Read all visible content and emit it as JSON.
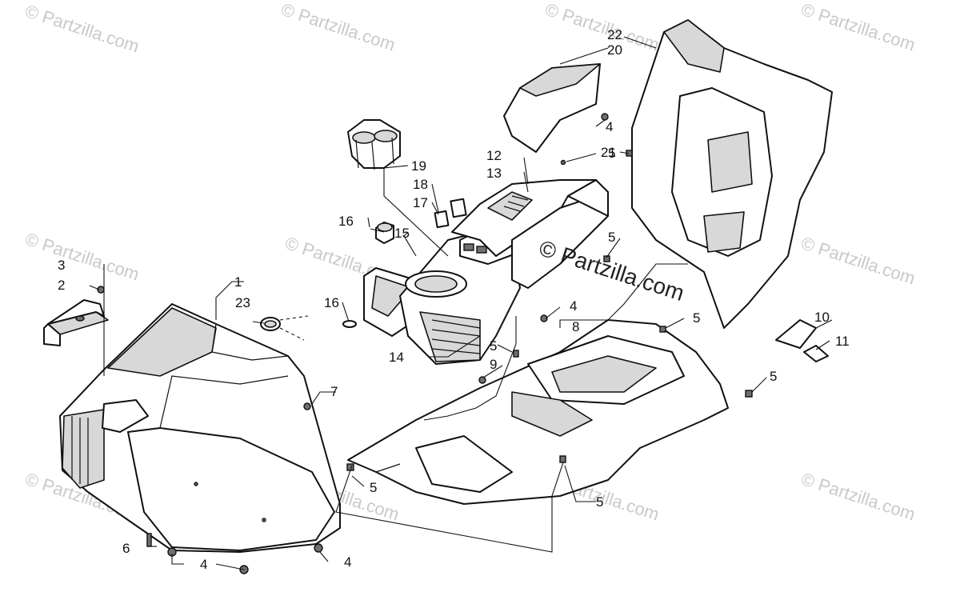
{
  "watermark_text": "© Partzilla.com",
  "center_watermark_text": "© Partzilla.com",
  "callouts": [
    {
      "id": "c1",
      "label": "1"
    },
    {
      "id": "c2",
      "label": "2"
    },
    {
      "id": "c3",
      "label": "3"
    },
    {
      "id": "c4a",
      "label": "4"
    },
    {
      "id": "c4b",
      "label": "4"
    },
    {
      "id": "c4c",
      "label": "4"
    },
    {
      "id": "c4d",
      "label": "4"
    },
    {
      "id": "c5a",
      "label": "5"
    },
    {
      "id": "c5b",
      "label": "5"
    },
    {
      "id": "c5c",
      "label": "5"
    },
    {
      "id": "c5d",
      "label": "5"
    },
    {
      "id": "c5e",
      "label": "5"
    },
    {
      "id": "c5f",
      "label": "5"
    },
    {
      "id": "c5g",
      "label": "5"
    },
    {
      "id": "c6",
      "label": "6"
    },
    {
      "id": "c7",
      "label": "7"
    },
    {
      "id": "c8",
      "label": "8"
    },
    {
      "id": "c9",
      "label": "9"
    },
    {
      "id": "c10",
      "label": "10"
    },
    {
      "id": "c11",
      "label": "11"
    },
    {
      "id": "c12",
      "label": "12"
    },
    {
      "id": "c13",
      "label": "13"
    },
    {
      "id": "c14",
      "label": "14"
    },
    {
      "id": "c15",
      "label": "15"
    },
    {
      "id": "c16a",
      "label": "16"
    },
    {
      "id": "c16b",
      "label": "16"
    },
    {
      "id": "c17",
      "label": "17"
    },
    {
      "id": "c18",
      "label": "18"
    },
    {
      "id": "c19",
      "label": "19"
    },
    {
      "id": "c20",
      "label": "20"
    },
    {
      "id": "c21",
      "label": "21"
    },
    {
      "id": "c22",
      "label": "22"
    },
    {
      "id": "c23",
      "label": "23"
    }
  ]
}
